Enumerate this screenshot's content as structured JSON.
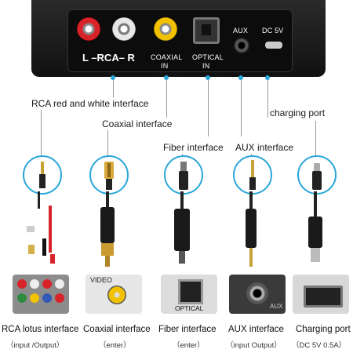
{
  "device": {
    "port_labels": {
      "rca": "L –RCA– R",
      "coaxial_line1": "COAXIAL",
      "coaxial_line2": "IN",
      "optical_line1": "OPTICAL",
      "optical_line2": "IN",
      "aux": "AUX",
      "dc": "DC 5V"
    }
  },
  "callouts": [
    {
      "label": "RCA red and white interface"
    },
    {
      "label": "Coaxial interface"
    },
    {
      "label": "Fiber interface"
    },
    {
      "label": "AUX interface"
    },
    {
      "label": "charging port"
    }
  ],
  "panels": [
    {
      "caption": "RCA lotus interface",
      "sub": "（input /Output）",
      "photo_text": ""
    },
    {
      "caption": "Coaxial interface",
      "sub": "（enter）",
      "photo_text": "VIDEO"
    },
    {
      "caption": "Fiber interface",
      "sub": "（enter）",
      "photo_text": "OPTICAL"
    },
    {
      "caption": "AUX interface",
      "sub": "（input Output）",
      "photo_text": "AUX"
    },
    {
      "caption": "Charging port",
      "sub": "（DC 5V 0.5A）",
      "photo_text": ""
    }
  ],
  "colors": {
    "accent": "#2aa6d9",
    "device": "#1c1c1c",
    "rca_red": "#d8232a",
    "coax_yellow": "#f2c200"
  }
}
